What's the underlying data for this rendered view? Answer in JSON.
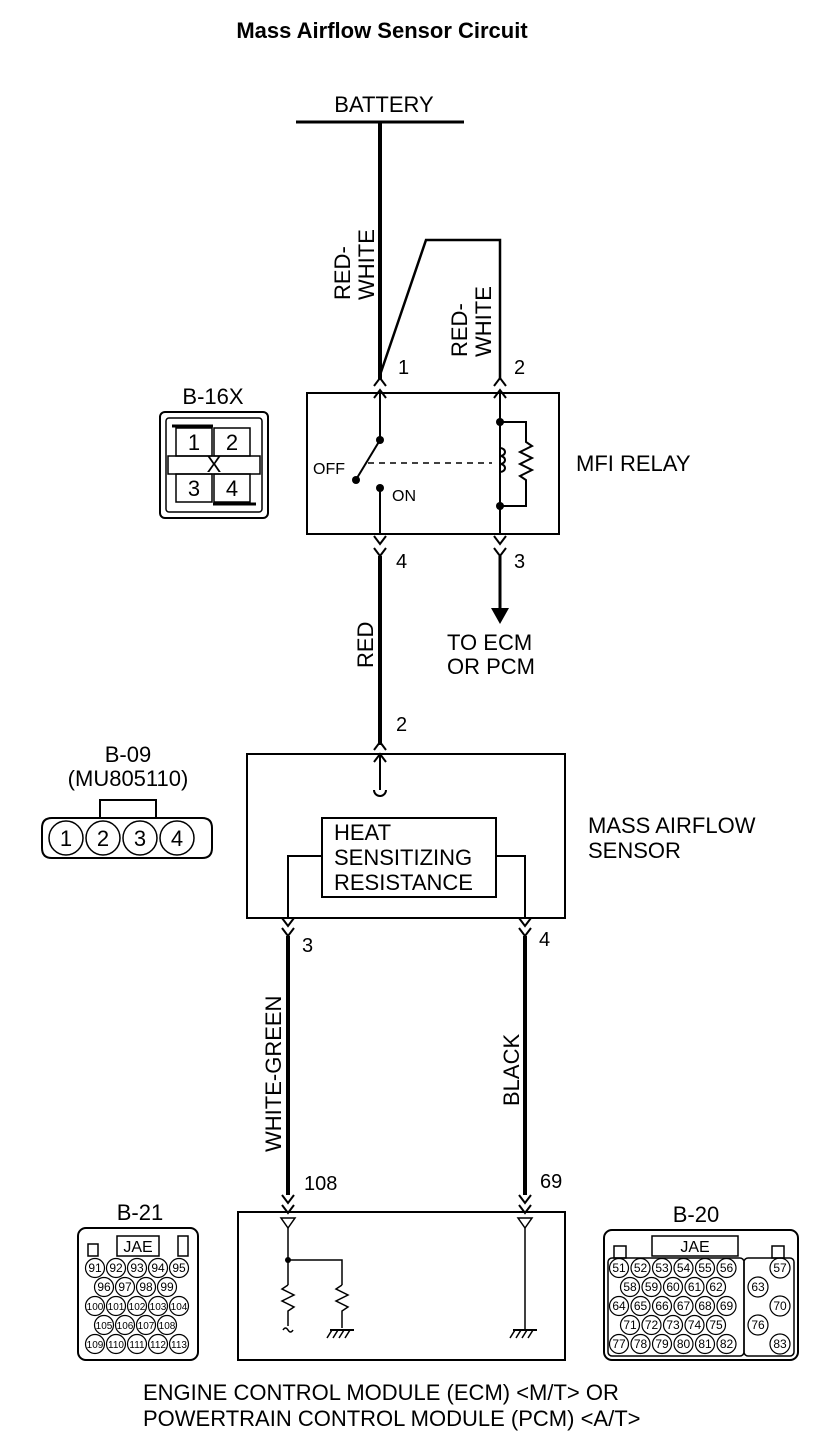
{
  "title": "Mass Airflow Sensor Circuit",
  "battery": "BATTERY",
  "wires": {
    "red_white_1": [
      "RED-",
      "WHITE"
    ],
    "red_white_2": [
      "RED-",
      "WHITE"
    ],
    "red": "RED",
    "white_green": "WHITE-GREEN",
    "black": "BLACK"
  },
  "relay": {
    "name": "MFI RELAY",
    "connector": "B-16X",
    "pins": {
      "p1": "1",
      "p2": "2",
      "p3": "3",
      "p4": "4"
    },
    "off_label": "OFF",
    "on_label": "ON",
    "connector_pins": [
      "1",
      "2",
      "3",
      "4"
    ],
    "connector_mark": "X"
  },
  "to_ecm": [
    "TO ECM",
    "OR PCM"
  ],
  "maf": {
    "name": [
      "MASS AIRFLOW",
      "SENSOR"
    ],
    "connector": "B-09",
    "part_no": "(MU805110)",
    "element": [
      "HEAT",
      "SENSITIZING",
      "RESISTANCE"
    ],
    "pins": {
      "p2": "2",
      "p3": "3",
      "p4": "4"
    },
    "connector_pins": [
      "1",
      "2",
      "3",
      "4"
    ]
  },
  "ecm": {
    "pins": {
      "p108": "108",
      "p69": "69"
    },
    "label": [
      "ENGINE CONTROL MODULE (ECM) <M/T> OR",
      "POWERTRAIN CONTROL MODULE (PCM) <A/T>"
    ]
  },
  "b21": {
    "name": "B-21",
    "brand": "JAE",
    "rows": [
      [
        "91",
        "92",
        "93",
        "94",
        "95"
      ],
      [
        "96",
        "97",
        "98",
        "99"
      ],
      [
        "100",
        "101",
        "102",
        "103",
        "104"
      ],
      [
        "105",
        "106",
        "107",
        "108"
      ],
      [
        "109",
        "110",
        "111",
        "112",
        "113"
      ]
    ]
  },
  "b20": {
    "name": "B-20",
    "brand": "JAE",
    "rows": [
      [
        "51",
        "52",
        "53",
        "54",
        "55",
        "56"
      ],
      [
        "58",
        "59",
        "60",
        "61",
        "62"
      ],
      [
        "64",
        "65",
        "66",
        "67",
        "68",
        "69"
      ],
      [
        "71",
        "72",
        "73",
        "74",
        "75"
      ],
      [
        "77",
        "78",
        "79",
        "80",
        "81",
        "82"
      ]
    ],
    "side": [
      "57",
      "63",
      "70",
      "76",
      "83"
    ]
  }
}
